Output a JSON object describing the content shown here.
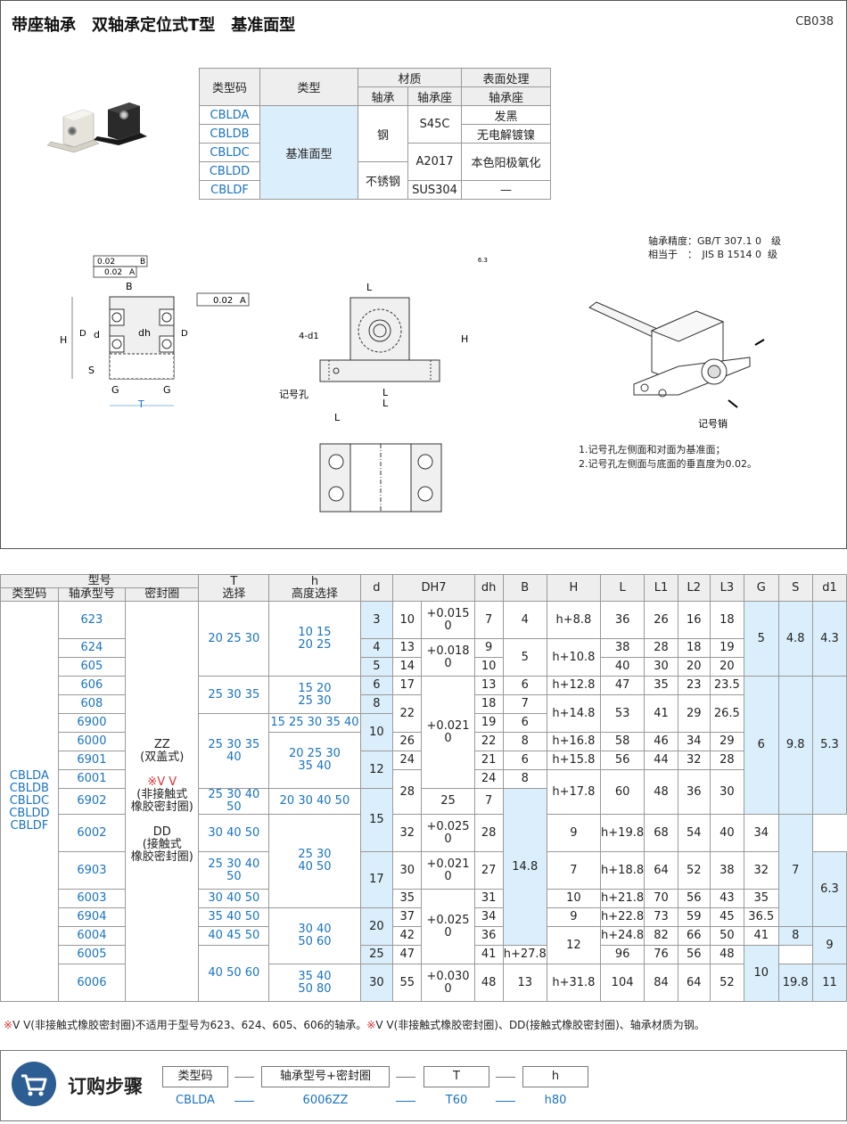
{
  "header": {
    "title": "带座轴承　双轴承定位式T型　基准面型",
    "code": "CB038"
  },
  "material_table": {
    "h_type_code": "类型码",
    "h_type": "类型",
    "h_material": "材质",
    "h_surface": "表面处理",
    "h_shaft": "轴承",
    "h_seat": "轴承座",
    "h_seat2": "轴承座",
    "codes": [
      "CBLDA",
      "CBLDB",
      "CBLDC",
      "CBLDD",
      "CBLDF"
    ],
    "type": "基准面型",
    "steel": "钢",
    "stainless": "不锈钢",
    "s45c": "S45C",
    "a2017": "A2017",
    "sus304": "SUS304",
    "black": "发黑",
    "nickel": "无电解镀镍",
    "anodize": "本色阳极氧化",
    "none": "—"
  },
  "drawing": {
    "precision_note": "轴承精度：GB/T 307.1 0　级\n相当于　：　JIS B 1514 0  级",
    "notes": "1.记号孔左侧面和对面为基准面；\n2.记号孔左侧面与底面的垂直度为0.02。",
    "tol1": "0.02",
    "tol1_ref": "B",
    "tol2": "0.02",
    "tol2_ref": "A",
    "tol3": "0.02",
    "tol3_ref": "A",
    "mark_hole": "记号孔",
    "mark_pin": "记号销",
    "holes": "4-d1",
    "roughness": "6.3"
  },
  "spec_table": {
    "headers": {
      "model": "型号",
      "type_code": "类型码",
      "bearing": "轴承型号",
      "seal": "密封圈",
      "T": "T",
      "T_sub": "选择",
      "h": "h",
      "h_sub": "高度选择",
      "d": "d",
      "DH7": "DH7",
      "dh": "dh",
      "B": "B",
      "H": "H",
      "L": "L",
      "L1": "L1",
      "L2": "L2",
      "L3": "L3",
      "G": "G",
      "S": "S",
      "d1": "d1"
    },
    "type_codes": "CBLDA\nCBLDB\nCBLDC\nCBLDD\nCBLDF",
    "seal_zz": "ZZ",
    "seal_zz_desc": "(双盖式)",
    "seal_vv": "※V V",
    "seal_vv_desc": "(非接触式\n橡胶密封圈)",
    "seal_dd": "DD",
    "seal_dd_desc": "(接触式\n橡胶密封圈)",
    "rows": [
      {
        "bearing": "623",
        "d": "3",
        "D": "10",
        "tol": "+0.015\n0",
        "dh": "7",
        "B": "4",
        "H": "h+8.8",
        "L": "36",
        "L1": "26",
        "L2": "16",
        "L3": "18"
      },
      {
        "bearing": "624",
        "d": "4",
        "D": "13",
        "tol": "+0.018\n0",
        "dh": "9",
        "B": "5",
        "H": "h+10.8",
        "L": "38",
        "L1": "28",
        "L2": "18",
        "L3": "19"
      },
      {
        "bearing": "605",
        "d": "5",
        "D": "14",
        "dh": "10",
        "L": "40",
        "L1": "30",
        "L2": "20",
        "L3": "20"
      },
      {
        "bearing": "606",
        "d": "6",
        "D": "17",
        "dh": "13",
        "B": "6",
        "H": "h+12.8",
        "L": "47",
        "L1": "35",
        "L2": "23",
        "L3": "23.5"
      },
      {
        "bearing": "608",
        "d": "8",
        "D": "22",
        "dh": "18",
        "B": "7",
        "H": "h+14.8",
        "L": "53",
        "L1": "41",
        "L2": "29",
        "L3": "26.5"
      },
      {
        "bearing": "6900",
        "d": "10",
        "dh": "19",
        "B": "6"
      },
      {
        "bearing": "6000",
        "D": "26",
        "tol": "+0.021\n0",
        "dh": "22",
        "B": "8",
        "H": "h+16.8",
        "L": "58",
        "L1": "46",
        "L2": "34",
        "L3": "29"
      },
      {
        "bearing": "6901",
        "d": "12",
        "D": "24",
        "dh": "21",
        "B": "6",
        "H": "h+15.8",
        "L": "56",
        "L1": "44",
        "L2": "32",
        "L3": "28"
      },
      {
        "bearing": "6001",
        "D": "28",
        "dh": "24",
        "B": "8",
        "H": "h+17.8",
        "L": "60",
        "L1": "48",
        "L2": "36",
        "L3": "30"
      },
      {
        "bearing": "6902",
        "d": "15",
        "dh": "25",
        "B": "7"
      },
      {
        "bearing": "6002",
        "D": "32",
        "tol": "+0.025\n0",
        "dh": "28",
        "B": "9",
        "H": "h+19.8",
        "L": "68",
        "L1": "54",
        "L2": "40",
        "L3": "34"
      },
      {
        "bearing": "6903",
        "d": "17",
        "D": "30",
        "tol": "+0.021\n0",
        "dh": "27",
        "B": "7",
        "H": "h+18.8",
        "L": "64",
        "L1": "52",
        "L2": "38",
        "L3": "32"
      },
      {
        "bearing": "6003",
        "D": "35",
        "tol": "+0.025\n0",
        "dh": "31",
        "B": "10",
        "H": "h+21.8",
        "L": "70",
        "L1": "56",
        "L2": "43",
        "L3": "35"
      },
      {
        "bearing": "6904",
        "d": "20",
        "D": "37",
        "dh": "34",
        "B": "9",
        "H": "h+22.8",
        "L": "73",
        "L1": "59",
        "L2": "45",
        "L3": "36.5"
      },
      {
        "bearing": "6004",
        "D": "42",
        "dh": "36",
        "B": "12",
        "H": "h+24.8",
        "L": "82",
        "L1": "66",
        "L2": "50",
        "L3": "41"
      },
      {
        "bearing": "6005",
        "d": "25",
        "D": "47",
        "dh": "41",
        "H": "h+27.8",
        "L": "96",
        "L1": "76",
        "L2": "56",
        "L3": "48"
      },
      {
        "bearing": "6006",
        "d": "30",
        "D": "55",
        "tol": "+0.030\n0",
        "dh": "48",
        "B": "13",
        "H": "h+31.8",
        "L": "104",
        "L1": "84",
        "L2": "64",
        "L3": "52"
      }
    ],
    "T": [
      "20 25 30",
      "25 30 35",
      "25 30 35 40",
      "25 30 40 50",
      "30 40 50",
      "25 30 40 50",
      "30 40 50",
      "35 40 50",
      "40 45 50",
      "40 50 60"
    ],
    "h": [
      "10 15\n20 25",
      "15 20\n25 30",
      "15 25 30 35 40",
      "20 25 30\n35 40",
      "20 30 40 50",
      "25 30\n40 50",
      "30 40\n50 60",
      "35 40\n50 80"
    ],
    "G": [
      "5",
      "6",
      "7",
      "8",
      "10"
    ],
    "S": [
      "4.8",
      "9.8",
      "14.8",
      "19.8"
    ],
    "d1": [
      "4.3",
      "5.3",
      "6.3",
      "9",
      "11"
    ]
  },
  "footnote": {
    "mark1": "※",
    "text1": "V V(非接触式橡胶密封圈)不适用于型号为623、624、605、606的轴承。",
    "mark2": "※",
    "text2": "V V(非接触式橡胶密封圈)、DD(接触式橡胶密封圈)、轴承材质为钢。"
  },
  "order": {
    "title": "订购步骤",
    "labels": [
      "类型码",
      "轴承型号+密封圈",
      "T",
      "h"
    ],
    "values": [
      "CBLDA",
      "6006ZZ",
      "T60",
      "h80"
    ]
  }
}
